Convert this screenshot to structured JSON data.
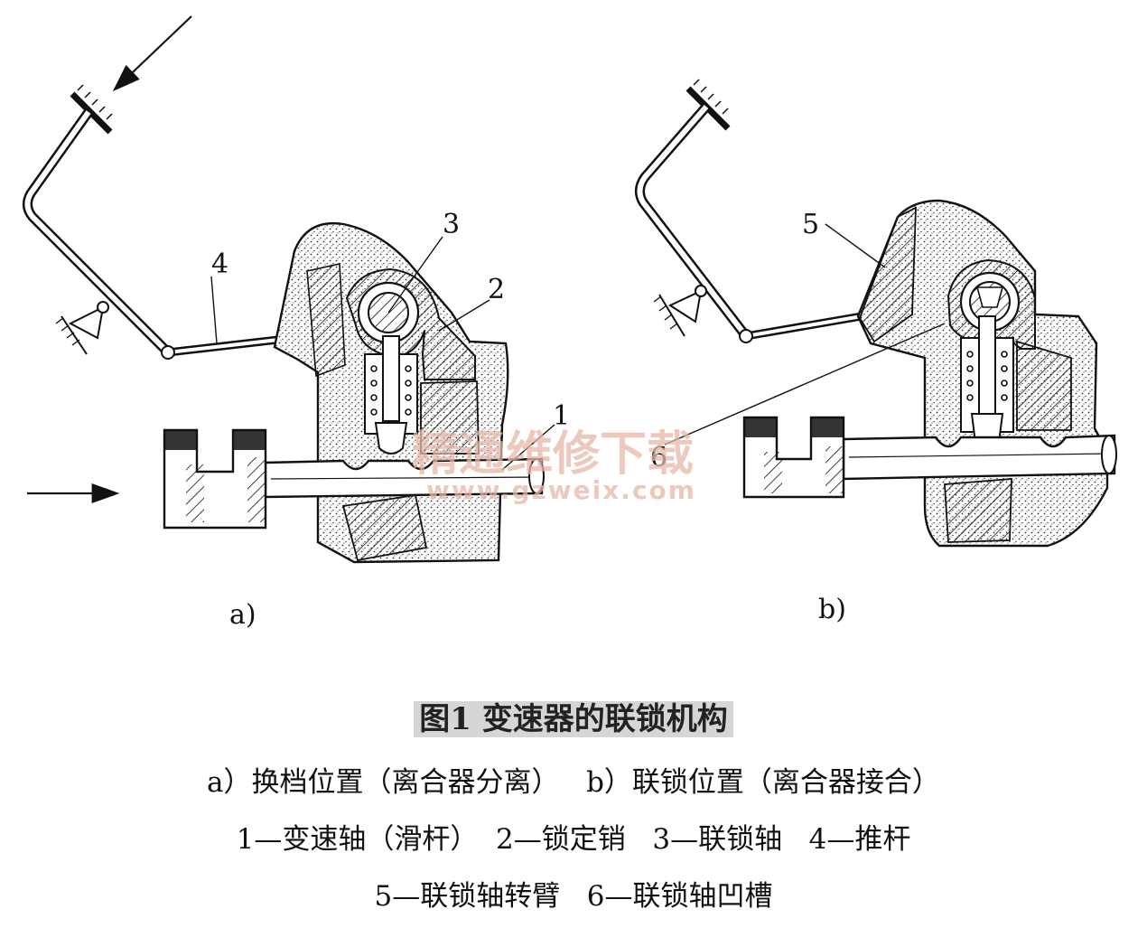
{
  "figure": {
    "panel_a": {
      "sublabel": "a)",
      "callouts": [
        "4",
        "3",
        "2",
        "1"
      ]
    },
    "panel_b": {
      "sublabel": "b)",
      "callouts": [
        "5",
        "6"
      ]
    },
    "watermark": {
      "text": "精通维修下载",
      "url": "www.gzweix.com"
    }
  },
  "caption": {
    "title": "图1  变速器的联锁机构",
    "line1": "a）换档位置（离合器分离）   b）联锁位置（离合器接合）",
    "line2": "1—变速轴（滑杆）  2—锁定销   3—联锁轴   4—推杆",
    "line3": "5—联锁轴转臂   6—联锁轴凹槽"
  }
}
